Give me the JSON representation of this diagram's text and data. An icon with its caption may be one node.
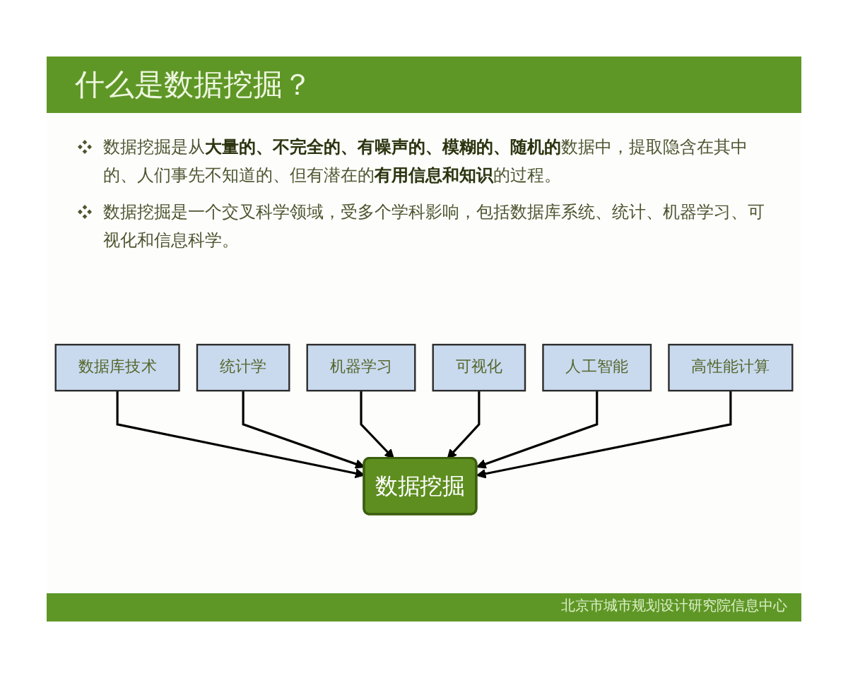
{
  "diagram": {
    "title": "什么是数据挖掘？",
    "nodes": [
      {
        "text": [
          "数据库技术"
        ]
      },
      {
        "text": [
          "统计学"
        ]
      },
      {
        "text": [
          "机器学习"
        ]
      },
      {
        "text": [
          "数据挖掘"
        ]
      },
      {
        "text": [
          "可视化"
        ]
      },
      {
        "text": [
          "人工智能"
        ]
      },
      {
        "text": [
          "高性能计算"
        ]
      }
    ],
    "edges": [
      {
        "from": 0,
        "to": 3,
        "arrow": "to"
      },
      {
        "from": 1,
        "to": 3,
        "arrow": "to"
      },
      {
        "from": 2,
        "to": 3,
        "arrow": "to"
      },
      {
        "from": 4,
        "to": 3,
        "arrow": "to"
      },
      {
        "from": 5,
        "to": 3,
        "arrow": "to"
      },
      {
        "from": 6,
        "to": 3,
        "arrow": "to"
      }
    ],
    "labels": [
      "数据挖掘是从**大量的、不完全的、有噪声的、模糊的、随机的**数据中，提取隐含在其中的、人们事先不知道的、但有潜在的**有用信息和知识**的过程。",
      "数据挖掘是一个交叉科学领域，受多个学科影响，包括数据库系统、统计、机器学习、可视化和信息科学。",
      "北京市城市规划设计研究院信息中心"
    ]
  }
}
